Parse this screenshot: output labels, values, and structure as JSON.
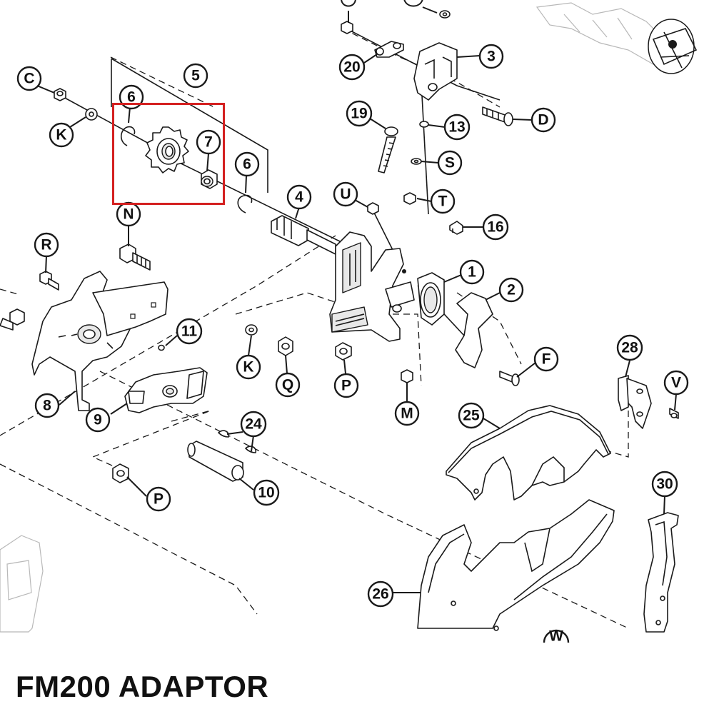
{
  "page": {
    "title": "FM200 ADAPTOR"
  },
  "colors": {
    "highlight": "#d42020",
    "line": "#1a1a1a",
    "background": "#ffffff"
  },
  "callouts": {
    "c": "C",
    "k1": "K",
    "k2": "K",
    "n": "N",
    "r": "R",
    "u": "U",
    "s": "S",
    "t": "T",
    "d": "D",
    "f": "F",
    "q": "Q",
    "p1": "P",
    "p2": "P",
    "m": "M",
    "v": "V",
    "w": "W",
    "p5": "5",
    "p6a": "6",
    "p6b": "6",
    "p7": "7",
    "p4": "4",
    "p3": "3",
    "p20": "20",
    "p19": "19",
    "p13": "13",
    "p16": "16",
    "p1n": "1",
    "p2n": "2",
    "p11": "11",
    "p8": "8",
    "p9": "9",
    "p24": "24",
    "p10": "10",
    "p25": "25",
    "p26": "26",
    "p28": "28",
    "p30": "30"
  }
}
